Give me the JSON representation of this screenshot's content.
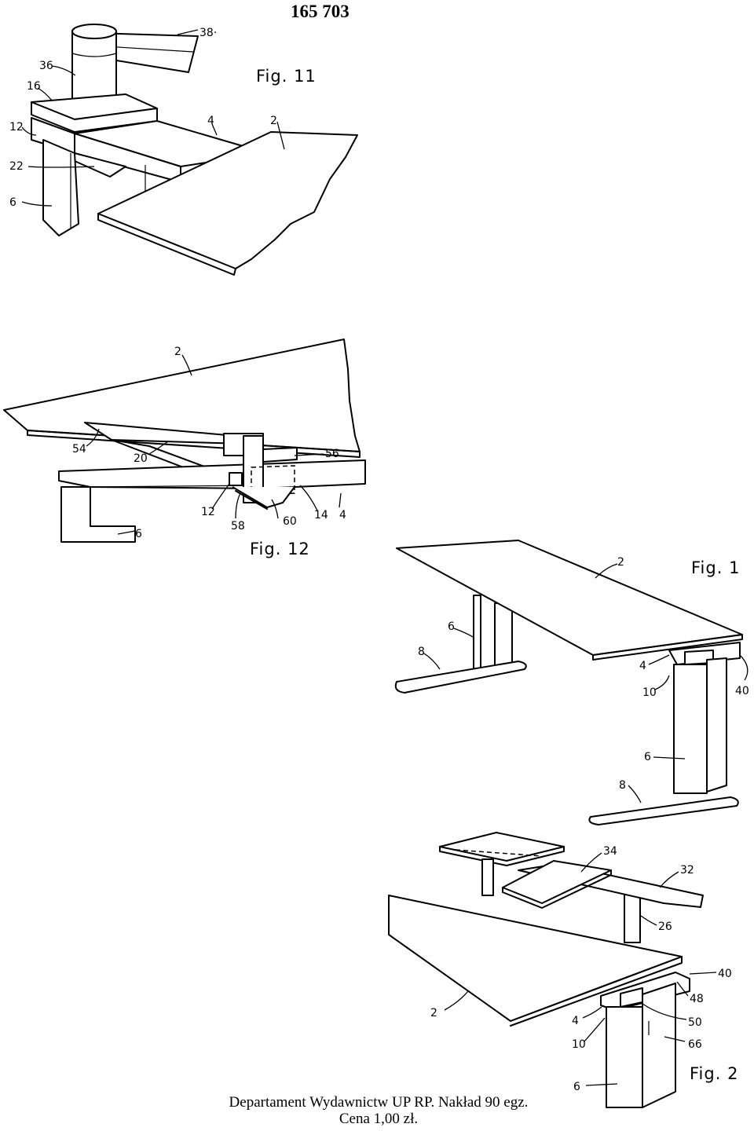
{
  "page_number": "165 703",
  "footer": {
    "line1": "Departament Wydawnictw  UP RP. Nakład 90 egz.",
    "line2": "Cena 1,00 zł."
  },
  "figures": {
    "fig11": {
      "caption": "Fig. 11",
      "refs": {
        "r38": "38·",
        "r36": "36",
        "r16": "16",
        "r12": "12",
        "r4": "4",
        "r2": "2",
        "r22": "22",
        "r6": "6"
      }
    },
    "fig12": {
      "caption": "Fig. 12",
      "refs": {
        "r2": "2",
        "r54": "54",
        "r20": "20",
        "r56": "56",
        "r12": "12",
        "r58": "58",
        "r60": "60",
        "r14": "14",
        "r4": "4",
        "r6": "6"
      }
    },
    "fig1": {
      "caption": "Fig. 1",
      "refs": {
        "r2": "2",
        "r6a": "6",
        "r8a": "8",
        "r4": "4",
        "r10": "10",
        "r40": "40",
        "r6b": "6",
        "r8b": "8"
      }
    },
    "fig2": {
      "caption": "Fig. 2",
      "refs": {
        "r34": "34",
        "r32": "32",
        "r26": "26",
        "r40": "40",
        "r48": "48",
        "r2": "2",
        "r4": "4",
        "r50": "50",
        "r10": "10",
        "r66": "66",
        "r6": "6"
      }
    }
  }
}
